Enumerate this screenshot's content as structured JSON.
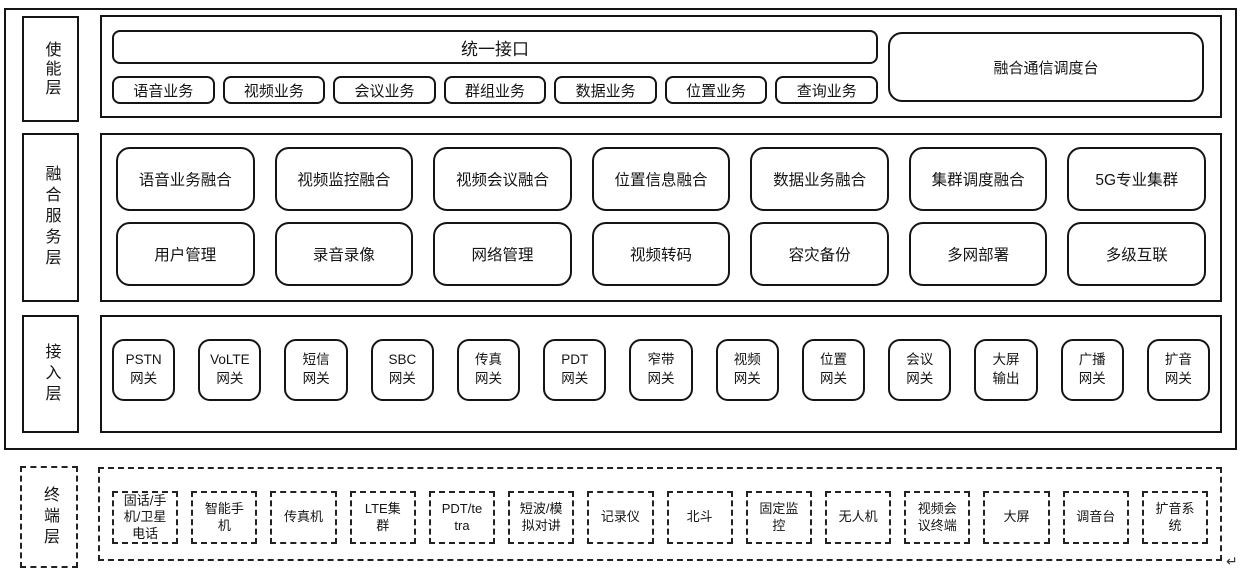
{
  "layers": {
    "enable": {
      "label": "使能层",
      "unified_interface": "统一接口",
      "services": [
        "语音业务",
        "视频业务",
        "会议业务",
        "群组业务",
        "数据业务",
        "位置业务",
        "查询业务"
      ],
      "dispatch_console": "融合通信调度台"
    },
    "fusion_service": {
      "label": "融合服务层",
      "row1": [
        "语音业务融合",
        "视频监控融合",
        "视频会议融合",
        "位置信息融合",
        "数据业务融合",
        "集群调度融合",
        "5G专业集群"
      ],
      "row2": [
        "用户管理",
        "录音录像",
        "网络管理",
        "视频转码",
        "容灾备份",
        "多网部署",
        "多级互联"
      ]
    },
    "access": {
      "label": "接入层",
      "gateways": [
        "PSTN\n网关",
        "VoLTE\n网关",
        "短信\n网关",
        "SBC\n网关",
        "传真\n网关",
        "PDT\n网关",
        "窄带\n网关",
        "视频\n网关",
        "位置\n网关",
        "会议\n网关",
        "大屏\n输出",
        "广播\n网关",
        "扩音\n网关"
      ]
    },
    "terminal": {
      "label": "终端层",
      "devices": [
        "固话/手\n机/卫星\n电话",
        "智能手\n机",
        "传真机",
        "LTE集\n群",
        "PDT/te\ntra",
        "短波/模\n拟对讲",
        "记录仪",
        "北斗",
        "固定监\n控",
        "无人机",
        "视频会\n议终端",
        "大屏",
        "调音台",
        "扩音系\n统"
      ]
    }
  },
  "misc": {
    "return_mark": "↵"
  },
  "colors": {
    "line": "#141414",
    "background": "#ffffff"
  }
}
